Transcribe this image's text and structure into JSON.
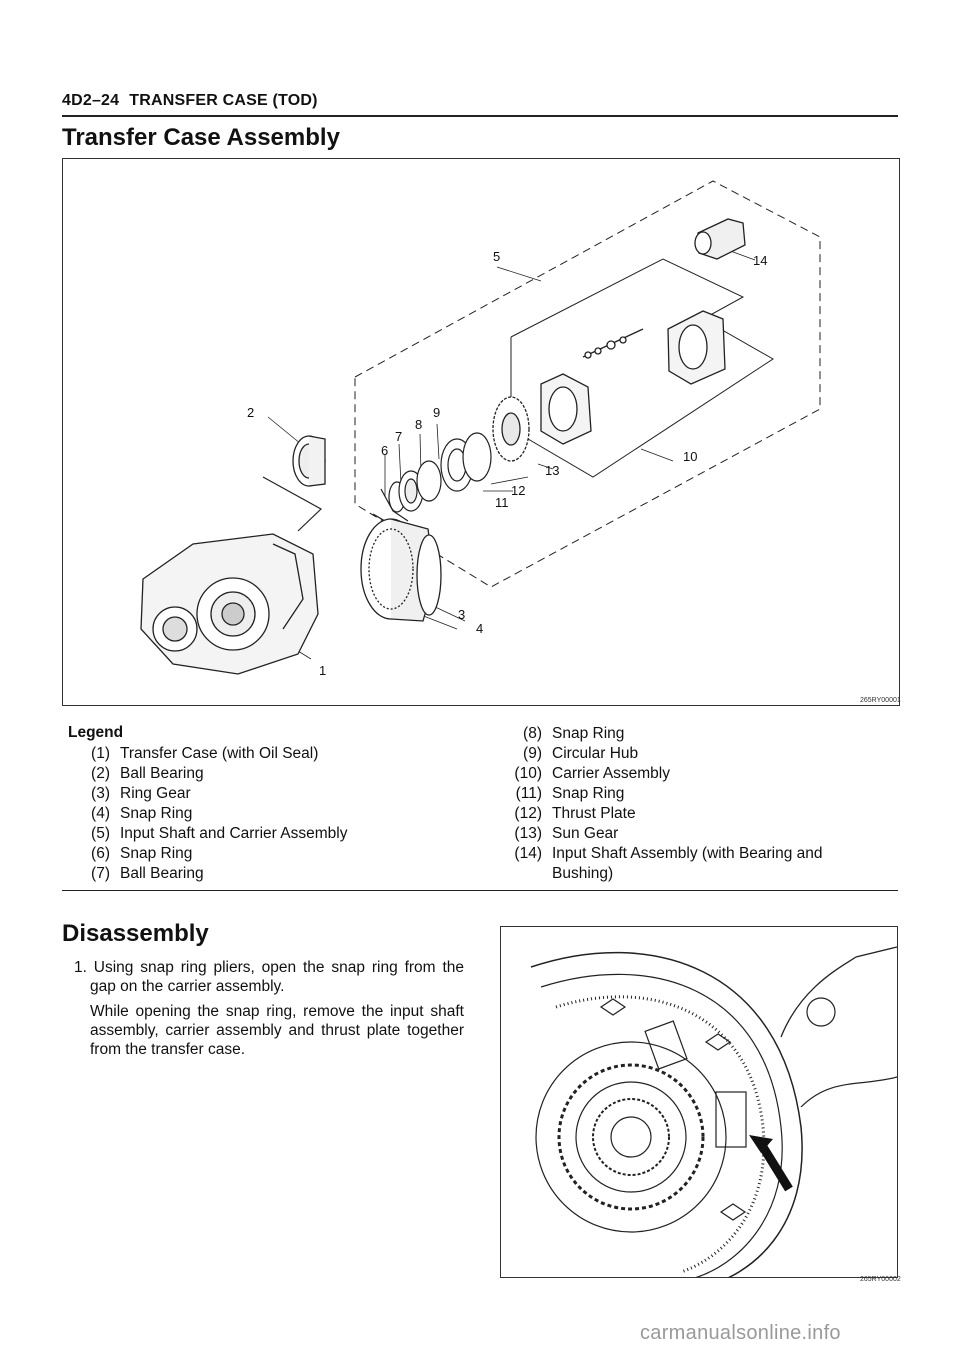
{
  "header": {
    "code": "4D2–24",
    "title": "TRANSFER CASE (TOD)"
  },
  "section_title": "Transfer Case Assembly",
  "figure1": {
    "ref": "265RY00001",
    "callouts": [
      "1",
      "2",
      "3",
      "4",
      "5",
      "6",
      "7",
      "8",
      "9",
      "10",
      "11",
      "12",
      "13",
      "14"
    ]
  },
  "legend": {
    "title": "Legend",
    "left": [
      {
        "num": "(1)",
        "text": "Transfer Case (with Oil Seal)"
      },
      {
        "num": "(2)",
        "text": "Ball Bearing"
      },
      {
        "num": "(3)",
        "text": "Ring Gear"
      },
      {
        "num": "(4)",
        "text": "Snap Ring"
      },
      {
        "num": "(5)",
        "text": "Input Shaft and Carrier Assembly"
      },
      {
        "num": "(6)",
        "text": "Snap Ring"
      },
      {
        "num": "(7)",
        "text": "Ball Bearing"
      }
    ],
    "right": [
      {
        "num": "(8)",
        "text": "Snap Ring"
      },
      {
        "num": "(9)",
        "text": "Circular Hub"
      },
      {
        "num": "(10)",
        "text": "Carrier Assembly"
      },
      {
        "num": "(11)",
        "text": "Snap Ring"
      },
      {
        "num": "(12)",
        "text": "Thrust Plate"
      },
      {
        "num": "(13)",
        "text": "Sun Gear"
      },
      {
        "num": "(14)",
        "text": "Input Shaft Assembly (with Bearing and Bushing)"
      }
    ]
  },
  "disassembly": {
    "title": "Disassembly",
    "step1_line1": "1. Using snap ring pliers, open the snap ring from the gap on the carrier assembly.",
    "step1_line2": "While opening the snap ring, remove the input shaft assembly, carrier assembly and thrust plate together from the transfer case."
  },
  "figure2": {
    "ref": "265RY00002"
  },
  "footer": {
    "watermark": "carmanualsonline.info"
  }
}
